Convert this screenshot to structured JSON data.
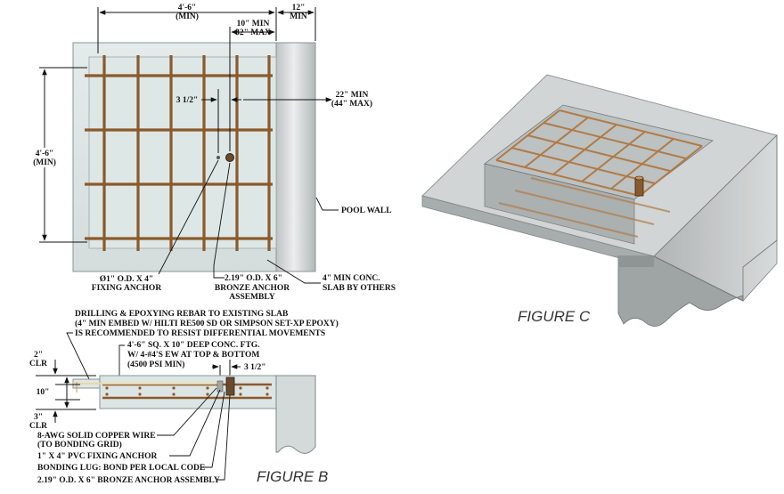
{
  "figure_a": {
    "dim_top_width": "4'-6\"",
    "dim_top_width_min": "(MIN)",
    "dim_top_wall": "12\"",
    "dim_top_wall_min": "MIN",
    "dim_anchor_min": "10\" MIN",
    "dim_anchor_max": "32\" MAX",
    "dim_offset": "3 1/2\"",
    "dim_side_min": "22\" MIN",
    "dim_side_max": "(44\" MAX)",
    "dim_left_height": "4'-6\"",
    "dim_left_height_min": "(MIN)",
    "pool_wall": "POOL WALL",
    "fixing_anchor_1": "Ø1\" O.D. X 4\"",
    "fixing_anchor_2": "FIXING ANCHOR",
    "bronze_1": "2.19\" O.D. X 6\"",
    "bronze_2": "BRONZE ANCHOR",
    "bronze_3": "ASSEMBLY",
    "slab_1": "4\" MIN CONC.",
    "slab_2": "SLAB BY OTHERS"
  },
  "figure_b": {
    "note_1": "DRILLING & EPOXYING REBAR TO EXISTING SLAB",
    "note_2": "(4\" MIN EMBED W/ HILTI RE500 SD OR SIMPSON SET-XP EPOXY)",
    "note_3": "IS RECOMMENDED TO RESIST DIFFERENTIAL MOVEMENTS",
    "ftg_1": "4'-6\" SQ. X 10\" DEEP CONC. FTG.",
    "ftg_2": "W/ 4-#4'S EW AT TOP & BOTTOM",
    "ftg_3": "(4500 PSI MIN)",
    "dim_offset": "3 1/2\"",
    "clr_top": "2\"",
    "clr_top_2": "CLR",
    "depth": "10\"",
    "clr_bot": "3\"",
    "clr_bot_2": "CLR",
    "copper_1": "8-AWG SOLID COPPER WIRE",
    "copper_2": "(TO BONDING GRID)",
    "pvc": "1\" X 4\" PVC FIXING ANCHOR",
    "lug": "BONDING LUG: BOND PER LOCAL CODE",
    "bronze": "2.19\" O.D. X 6\" BRONZE ANCHOR ASSEMBLY",
    "title": "FIGURE B"
  },
  "figure_c": {
    "title": "FIGURE C"
  }
}
